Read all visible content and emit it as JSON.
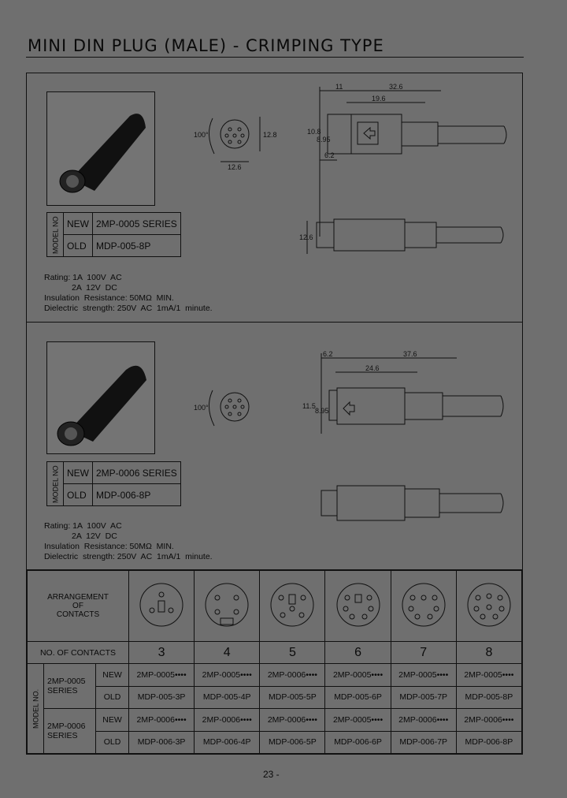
{
  "page": {
    "title": "MINI DIN PLUG (MALE) - CRIMPING TYPE",
    "page_number": "23 -"
  },
  "section1": {
    "model_label": "MODEL NO",
    "new_label": "NEW",
    "new_value": "2MP-0005 SERIES",
    "old_label": "OLD",
    "old_value": "MDP-005-8P",
    "rating_lines": [
      "Rating: 1A  100V  AC",
      "            2A  12V  DC",
      "Insulation  Resistance: 50MΩ  MIN.",
      "Dielectric  strength: 250V  AC  1mA/1  minute."
    ],
    "dims": {
      "angle": "100°",
      "front_h": "12.8",
      "front_w": "12.6",
      "side_h1": "10.8",
      "side_h2": "8.95",
      "side_w1": "6.2",
      "top_11": "11",
      "top_326": "32.6",
      "top_196": "19.6",
      "bottom_h": "12.6"
    }
  },
  "section2": {
    "model_label": "MODEL NO",
    "new_label": "NEW",
    "new_value": "2MP-0006 SERIES",
    "old_label": "OLD",
    "old_value": "MDP-006-8P",
    "rating_lines": [
      "Rating: 1A  100V  AC",
      "            2A  12V  DC",
      "Insulation  Resistance: 50MΩ  MIN.",
      "Dielectric  strength: 250V  AC  1mA/1  minute."
    ],
    "dims": {
      "angle": "100°",
      "top_62": "6.2",
      "top_376": "37.6",
      "top_246": "24.6",
      "side_h1": "11.5",
      "side_h2": "8.95"
    }
  },
  "grid": {
    "arrangement_label": "ARRANGEMENT\nOF\nCONTACTS",
    "contacts_label": "NO. OF CONTACTS",
    "model_no_label": "MODEL NO.",
    "series": [
      {
        "name": "2MP-0005\nSERIES",
        "new_label": "NEW",
        "old_label": "OLD"
      },
      {
        "name": "2MP-0006\nSERIES",
        "new_label": "NEW",
        "old_label": "OLD"
      }
    ],
    "counts": [
      "3",
      "4",
      "5",
      "6",
      "7",
      "8"
    ],
    "row_0005_new": [
      "2MP-0005••••",
      "2MP-0005••••",
      "2MP-0006••••",
      "2MP-0005••••",
      "2MP-0005••••",
      "2MP-0005••••"
    ],
    "row_0005_old": [
      "MDP-005-3P",
      "MDP-005-4P",
      "MDP-005-5P",
      "MDP-005-6P",
      "MDP-005-7P",
      "MDP-005-8P"
    ],
    "row_0006_new": [
      "2MP-0006••••",
      "2MP-0006••••",
      "2MP-0006••••",
      "2MP-0005••••",
      "2MP-0006••••",
      "2MP-0006••••"
    ],
    "row_0006_old": [
      "MDP-006-3P",
      "MDP-006-4P",
      "MDP-006-5P",
      "MDP-006-6P",
      "MDP-006-7P",
      "MDP-006-8P"
    ]
  }
}
